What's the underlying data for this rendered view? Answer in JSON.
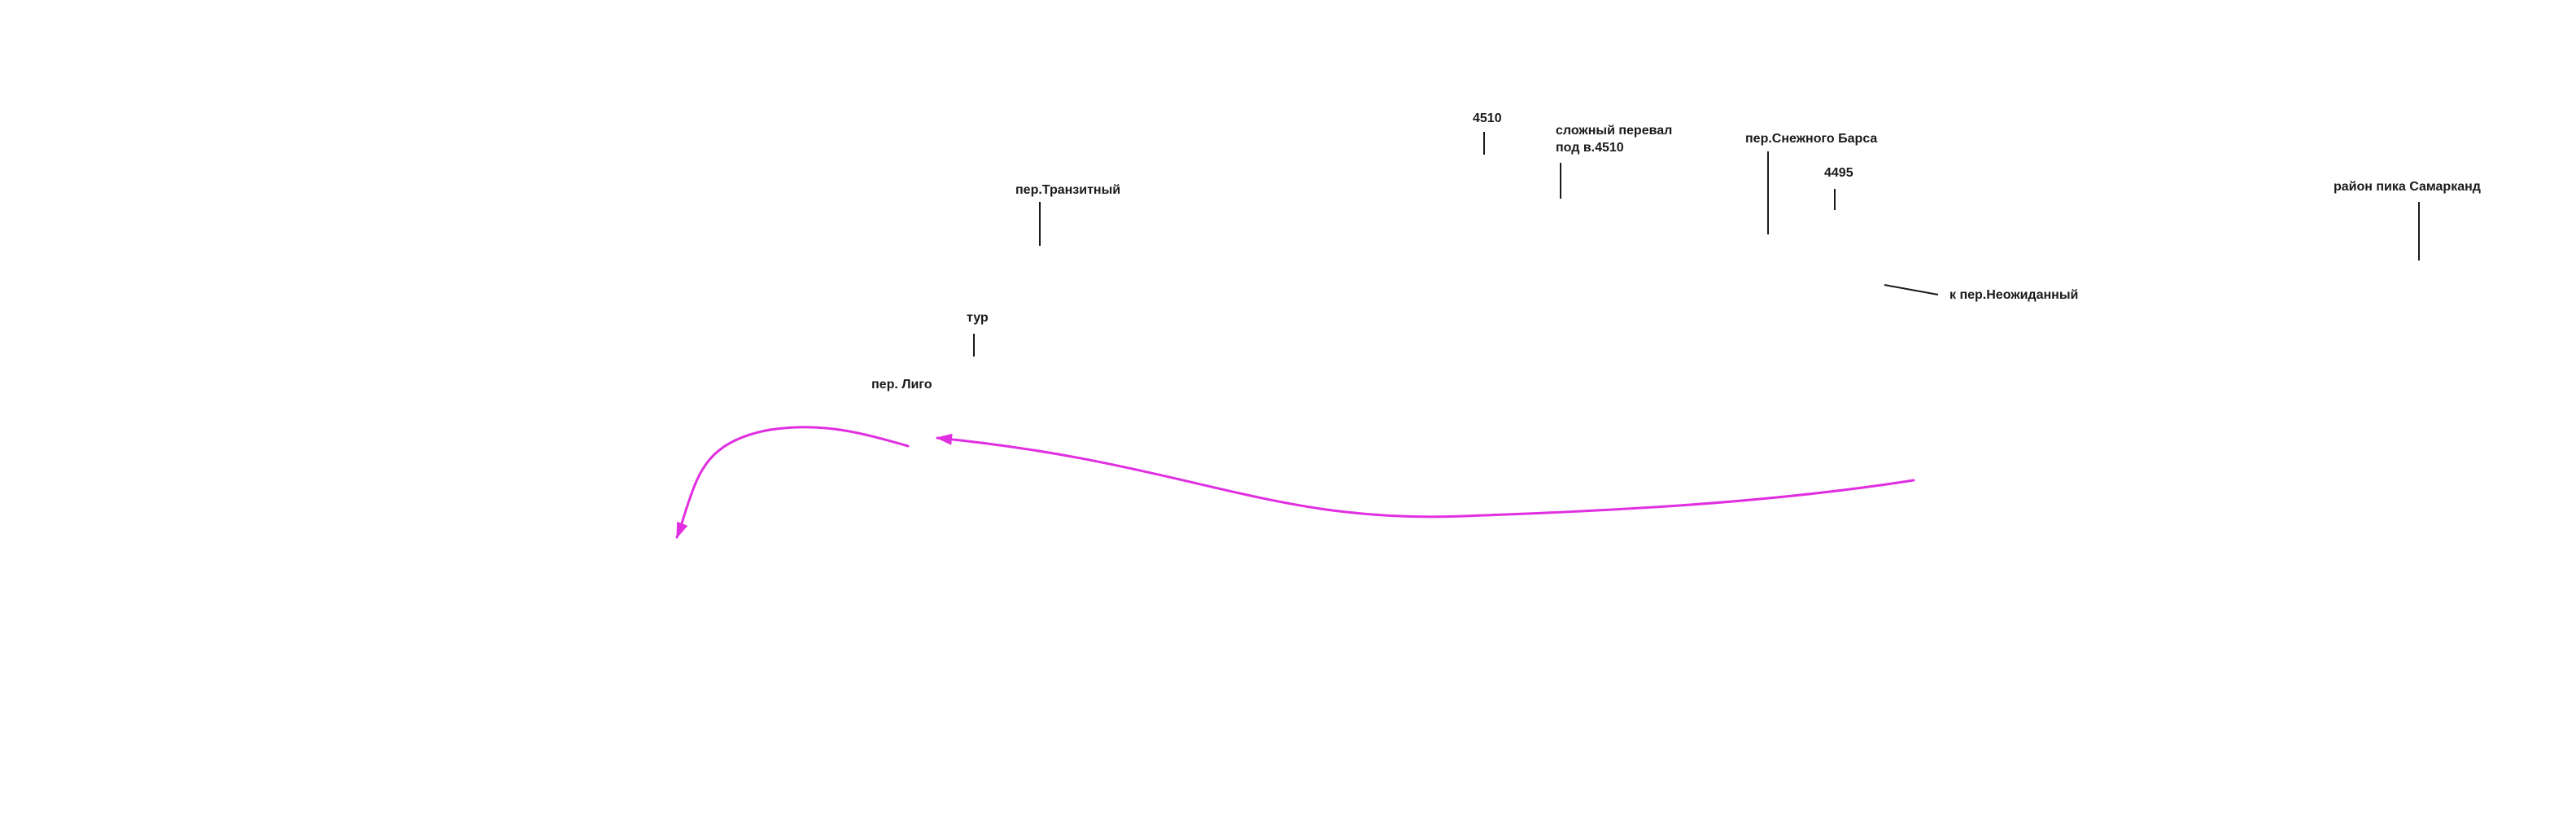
{
  "colors": {
    "route": "#e02ee0",
    "leader": "#1a1a1a",
    "text": "#1a1a1a",
    "background": "#ffffff"
  },
  "labels": {
    "peak_4510": "4510",
    "hard_pass_line1": "сложный перевал",
    "hard_pass_line2": "под в.4510",
    "snow_leopard_pass": "пер.Снежного Барса",
    "peak_4495": "4495",
    "transit_pass": "пер.Транзитный",
    "samarkand_peak_area": "район пика Самарканд",
    "to_unexpected_pass": "к пер.Неожиданный",
    "cairn": "тур",
    "ligo_pass": "пер. Лиго"
  }
}
